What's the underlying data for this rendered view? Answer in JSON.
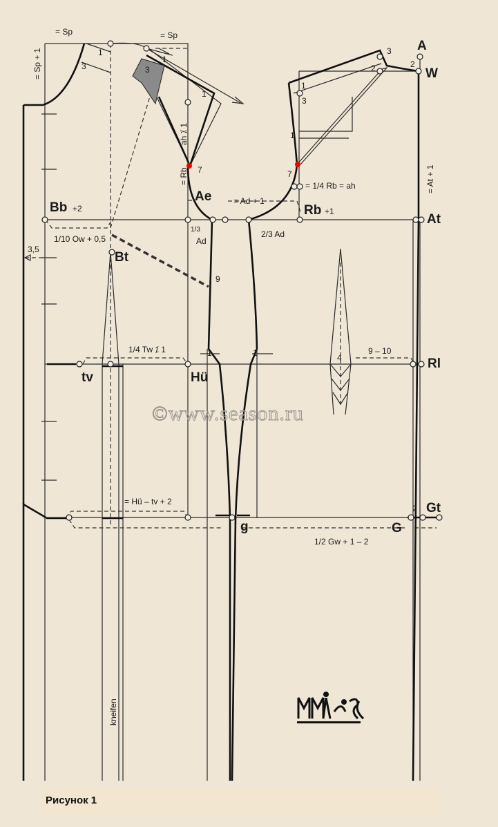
{
  "figure": {
    "caption": "Рисунок 1",
    "watermark": "©www.season.ru",
    "logo": {
      "description_text": ""
    },
    "labels": {
      "sp_left": "= Sp",
      "sp_right": "= Sp",
      "sp_plus1": "= Sp + 1",
      "back_3": "3",
      "back_1": "1",
      "sleeve_3": "3",
      "sleeve_1a": "1",
      "sleeve_1b": "1",
      "ah": "ah ⁒ 1",
      "rb_eq": "= Rb",
      "seven_left": "7",
      "ae": "Ae",
      "bb": "Bb",
      "bb_plus": "+2",
      "ow": "1/10 Ow + 0,5",
      "bt": "Bt",
      "three_five": "3,5",
      "third_ad_num": "1/3",
      "third_ad": "Ad",
      "ad_plus1": "= Ad + 1",
      "two_third_ad": "2/3 Ad",
      "rb": "Rb",
      "rb_plus": "+1",
      "quarter_rb": "= 1/4 Rb = ah",
      "at": "At",
      "at_plus1": "= At + 1",
      "a": "A",
      "w": "W",
      "front_2a": "2",
      "front_2b": "2",
      "front_3a": "3",
      "front_3b": "3",
      "front_1a": "1",
      "front_1b": "1",
      "seven_right": "7",
      "nine": "9",
      "tw": "1/4 Tw ⁒ 1",
      "tv": "tv",
      "hu": "Hü",
      "side_1a": "1",
      "side_1b": "1",
      "dart_4": "4",
      "nine_ten": "9 – 10",
      "rl": "Rl",
      "hu_tv": "= Hü – tv + 2",
      "g": "g",
      "G": "G",
      "gt": "Gt",
      "gt_2": "2",
      "gw": "1/2 Gw + 1 – 2",
      "kneifen": "kneifen"
    }
  }
}
